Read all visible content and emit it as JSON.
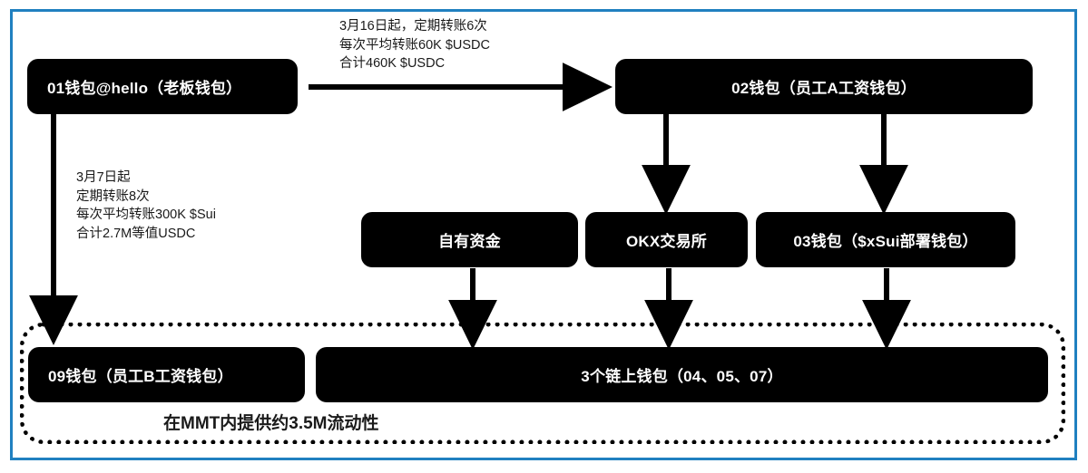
{
  "diagram": {
    "title_note_right": "3月16日起，定期转账6次\n每次平均转账60K $USDC\n合计460K $USDC",
    "title_note_left": "3月7日起\n定期转账8次\n每次平均转账300K $Sui\n合计2.7M等值USDC",
    "caption": "在MMT内提供约3.5M流动性",
    "colors": {
      "frame": "#2080c0",
      "node_fill": "#000000",
      "node_text": "#ffffff",
      "arrow": "#000000",
      "dashed_group": "#000000"
    },
    "nodes": {
      "wallet01": "01钱包@hello（老板钱包）",
      "wallet02": "02钱包（员工A工资钱包）",
      "own_funds": "自有资金",
      "okx": "OKX交易所",
      "wallet03": "03钱包（$xSui部署钱包）",
      "wallet09": "09钱包（员工B工资钱包）",
      "onchain3": "3个链上钱包（04、05、07）"
    },
    "edges": [
      {
        "from": "wallet01",
        "to": "wallet02",
        "label_ref": "title_note_right",
        "direction": "right"
      },
      {
        "from": "wallet01",
        "to": "wallet09",
        "label_ref": "title_note_left",
        "direction": "down"
      },
      {
        "from": "wallet02",
        "to": "okx",
        "direction": "down"
      },
      {
        "from": "wallet02",
        "to": "wallet03",
        "direction": "down"
      },
      {
        "from": "own_funds",
        "to": "onchain3",
        "direction": "down"
      },
      {
        "from": "okx",
        "to": "onchain3",
        "direction": "down"
      },
      {
        "from": "wallet03",
        "to": "onchain3",
        "direction": "down"
      }
    ]
  }
}
